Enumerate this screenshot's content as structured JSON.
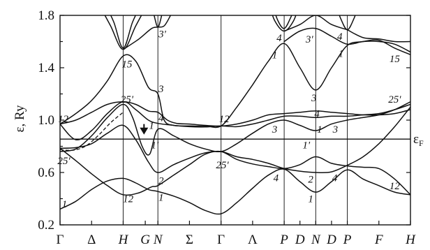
{
  "chart_data": {
    "type": "line",
    "title": "",
    "xlabel": "",
    "ylabel": "ε, Ry",
    "ylim": [
      0.2,
      1.8
    ],
    "y_ticks": [
      "0.2",
      "0.6",
      "1.0",
      "1.4",
      "1.8"
    ],
    "y_tick_values": [
      0.2,
      0.6,
      1.0,
      1.4,
      1.8
    ],
    "x_ticks": [
      "Γ",
      "Δ",
      "H",
      "G",
      "N",
      "Σ",
      "Γ",
      "Λ",
      "P",
      "D",
      "N",
      "D",
      "P",
      "F",
      "H"
    ],
    "x_tick_positions": [
      0,
      0.5,
      1,
      1.35,
      1.55,
      2.05,
      2.55,
      3.05,
      3.55,
      3.8,
      4.05,
      4.3,
      4.55,
      5.05,
      5.55
    ],
    "symmetry_points": [
      0,
      1,
      1.55,
      2.55,
      3.55,
      4.05,
      4.55,
      5.55
    ],
    "xlim": [
      0,
      5.55
    ],
    "fermi_level": {
      "value": 0.855,
      "label": "εF"
    },
    "arrow": {
      "x": 1.33,
      "y_from": 0.97,
      "y_to": 0.9
    },
    "series": [
      {
        "points": [
          [
            0,
            0.32
          ],
          [
            0.25,
            0.38
          ],
          [
            0.5,
            0.47
          ],
          [
            0.75,
            0.535
          ],
          [
            1,
            0.555
          ],
          [
            1.2,
            0.52
          ],
          [
            1.4,
            0.47
          ],
          [
            1.55,
            0.455
          ],
          [
            1.8,
            0.42
          ],
          [
            2.05,
            0.37
          ],
          [
            2.3,
            0.31
          ],
          [
            2.55,
            0.285
          ],
          [
            2.8,
            0.37
          ],
          [
            3.05,
            0.48
          ],
          [
            3.3,
            0.58
          ],
          [
            3.55,
            0.625
          ],
          [
            3.8,
            0.53
          ],
          [
            4.05,
            0.45
          ],
          [
            4.3,
            0.53
          ],
          [
            4.55,
            0.62
          ],
          [
            4.8,
            0.55
          ],
          [
            5.05,
            0.5
          ],
          [
            5.3,
            0.45
          ],
          [
            5.55,
            0.43
          ]
        ]
      },
      {
        "points": [
          [
            0,
            0.785
          ],
          [
            0.25,
            0.69
          ],
          [
            0.5,
            0.59
          ],
          [
            0.75,
            0.5
          ],
          [
            1,
            0.43
          ],
          [
            1.25,
            0.445
          ],
          [
            1.45,
            0.49
          ],
          [
            1.55,
            0.5
          ],
          [
            1.8,
            0.58
          ],
          [
            2.05,
            0.66
          ],
          [
            2.3,
            0.74
          ],
          [
            2.55,
            0.76
          ],
          [
            2.8,
            0.7
          ],
          [
            3.05,
            0.665
          ],
          [
            3.3,
            0.645
          ],
          [
            3.55,
            0.63
          ],
          [
            3.8,
            0.66
          ],
          [
            4.05,
            0.72
          ],
          [
            4.3,
            0.67
          ],
          [
            4.55,
            0.65
          ],
          [
            4.8,
            0.64
          ],
          [
            5.05,
            0.63
          ],
          [
            5.3,
            0.55
          ],
          [
            5.55,
            0.43
          ]
        ]
      },
      {
        "points": [
          [
            0,
            0.785
          ],
          [
            0.25,
            0.79
          ],
          [
            0.5,
            0.82
          ],
          [
            0.75,
            0.9
          ],
          [
            1,
            0.96
          ],
          [
            1.2,
            0.85
          ],
          [
            1.4,
            0.68
          ],
          [
            1.55,
            0.6
          ],
          [
            1.8,
            0.66
          ],
          [
            2.05,
            0.71
          ],
          [
            2.3,
            0.75
          ],
          [
            2.55,
            0.76
          ],
          [
            2.8,
            0.72
          ],
          [
            3.05,
            0.7
          ],
          [
            3.3,
            0.67
          ],
          [
            3.55,
            0.63
          ],
          [
            3.8,
            0.61
          ],
          [
            4.05,
            0.6
          ],
          [
            4.3,
            0.605
          ],
          [
            4.55,
            0.655
          ],
          [
            4.8,
            0.72
          ],
          [
            5.05,
            0.82
          ],
          [
            5.3,
            0.95
          ],
          [
            5.55,
            1.1
          ]
        ]
      },
      {
        "points": [
          [
            0,
            0.76
          ],
          [
            0.25,
            0.78
          ],
          [
            0.5,
            0.88
          ],
          [
            0.75,
            1.02
          ],
          [
            1,
            1.12
          ],
          [
            1.15,
            1.02
          ],
          [
            1.3,
            0.8
          ],
          [
            1.42,
            0.74
          ],
          [
            1.55,
            0.93
          ],
          [
            1.8,
            0.88
          ],
          [
            2.05,
            0.82
          ],
          [
            2.3,
            0.78
          ],
          [
            2.55,
            0.76
          ],
          [
            2.8,
            0.82
          ],
          [
            3.05,
            0.9
          ],
          [
            3.3,
            0.97
          ],
          [
            3.55,
            1.0
          ],
          [
            3.8,
            0.96
          ],
          [
            4.05,
            0.92
          ],
          [
            4.3,
            0.97
          ],
          [
            4.55,
            1.0
          ],
          [
            4.8,
            1.02
          ],
          [
            5.05,
            1.04
          ],
          [
            5.3,
            1.08
          ],
          [
            5.55,
            1.14
          ]
        ]
      },
      {
        "points": [
          [
            0,
            0.97
          ],
          [
            0.25,
            0.85
          ],
          [
            0.5,
            0.92
          ],
          [
            0.75,
            1.05
          ],
          [
            1,
            1.14
          ],
          [
            1.2,
            1.08
          ],
          [
            1.4,
            1.0
          ],
          [
            1.55,
            0.975
          ],
          [
            1.8,
            0.96
          ],
          [
            2.05,
            0.95
          ],
          [
            2.3,
            0.948
          ],
          [
            2.55,
            0.955
          ],
          [
            2.8,
            0.95
          ],
          [
            3.05,
            0.97
          ],
          [
            3.3,
            1.0
          ],
          [
            3.55,
            1.03
          ],
          [
            3.8,
            1.03
          ],
          [
            4.05,
            1.02
          ],
          [
            4.3,
            1.03
          ],
          [
            4.55,
            1.03
          ],
          [
            4.8,
            1.04
          ],
          [
            5.05,
            1.05
          ],
          [
            5.3,
            1.08
          ],
          [
            5.55,
            1.12
          ]
        ]
      },
      {
        "points": [
          [
            0,
            0.97
          ],
          [
            0.25,
            1.05
          ],
          [
            0.5,
            1.15
          ],
          [
            0.75,
            1.3
          ],
          [
            1,
            1.49
          ],
          [
            1.2,
            1.45
          ],
          [
            1.4,
            1.25
          ],
          [
            1.55,
            1.2
          ],
          [
            1.65,
            1.0
          ],
          [
            1.8,
            0.96
          ],
          [
            2.05,
            0.955
          ],
          [
            2.3,
            0.955
          ],
          [
            2.55,
            0.955
          ],
          [
            2.8,
            1.1
          ],
          [
            3.05,
            1.27
          ],
          [
            3.3,
            1.45
          ],
          [
            3.55,
            1.585
          ],
          [
            3.8,
            1.4
          ],
          [
            4.05,
            1.23
          ],
          [
            4.3,
            1.4
          ],
          [
            4.55,
            1.57
          ],
          [
            4.8,
            1.6
          ],
          [
            5.05,
            1.61
          ],
          [
            5.3,
            1.55
          ],
          [
            5.55,
            1.5
          ]
        ]
      },
      {
        "points": [
          [
            0,
            0.97
          ],
          [
            0.25,
            1.0
          ],
          [
            0.5,
            1.06
          ],
          [
            0.75,
            1.12
          ],
          [
            1,
            1.14
          ],
          [
            1.2,
            1.12
          ],
          [
            1.4,
            1.07
          ],
          [
            1.55,
            1.06
          ],
          [
            1.7,
            1.0
          ],
          [
            1.85,
            0.975
          ],
          [
            2.05,
            0.97
          ],
          [
            2.3,
            0.96
          ],
          [
            2.55,
            0.955
          ],
          [
            2.8,
            0.97
          ],
          [
            3.05,
            1.0
          ],
          [
            3.3,
            1.04
          ],
          [
            3.55,
            1.05
          ],
          [
            3.8,
            1.06
          ],
          [
            4.05,
            1.07
          ],
          [
            4.3,
            1.06
          ],
          [
            4.55,
            1.05
          ],
          [
            4.8,
            1.04
          ],
          [
            5.05,
            1.04
          ],
          [
            5.3,
            1.05
          ],
          [
            5.55,
            1.08
          ]
        ]
      },
      {
        "points": [
          [
            0.6,
            1.9
          ],
          [
            0.8,
            1.72
          ],
          [
            1,
            1.54
          ],
          [
            1.2,
            1.72
          ],
          [
            1.4,
            1.9
          ]
        ]
      },
      {
        "points": [
          [
            0.7,
            1.9
          ],
          [
            0.85,
            1.75
          ],
          [
            1,
            1.55
          ],
          [
            1.15,
            1.75
          ],
          [
            1.3,
            1.9
          ]
        ]
      },
      {
        "points": [
          [
            1,
            1.54
          ],
          [
            1.25,
            1.62
          ],
          [
            1.45,
            1.7
          ],
          [
            1.55,
            1.71
          ],
          [
            1.65,
            1.72
          ],
          [
            1.75,
            1.8
          ],
          [
            1.85,
            1.9
          ]
        ]
      },
      {
        "points": [
          [
            1.45,
            1.9
          ],
          [
            1.5,
            1.78
          ],
          [
            1.55,
            1.71
          ],
          [
            1.6,
            1.78
          ],
          [
            1.65,
            1.9
          ]
        ]
      },
      {
        "points": [
          [
            3.3,
            1.9
          ],
          [
            3.4,
            1.76
          ],
          [
            3.55,
            1.68
          ],
          [
            3.7,
            1.76
          ],
          [
            3.8,
            1.9
          ]
        ]
      },
      {
        "points": [
          [
            3.35,
            1.9
          ],
          [
            3.45,
            1.76
          ],
          [
            3.55,
            1.7
          ],
          [
            3.65,
            1.78
          ],
          [
            3.75,
            1.9
          ]
        ]
      },
      {
        "points": [
          [
            3.55,
            1.68
          ],
          [
            3.8,
            1.73
          ],
          [
            4.05,
            1.8
          ],
          [
            4.3,
            1.73
          ],
          [
            4.55,
            1.69
          ]
        ]
      },
      {
        "points": [
          [
            4.35,
            1.9
          ],
          [
            4.45,
            1.77
          ],
          [
            4.55,
            1.69
          ],
          [
            4.65,
            1.77
          ],
          [
            4.75,
            1.9
          ]
        ]
      },
      {
        "points": [
          [
            4.55,
            1.69
          ],
          [
            4.8,
            1.63
          ],
          [
            5.05,
            1.62
          ],
          [
            5.3,
            1.6
          ],
          [
            5.55,
            1.6
          ]
        ]
      },
      {
        "points": [
          [
            3.55,
            1.6
          ],
          [
            3.8,
            1.68
          ],
          [
            4.05,
            1.7
          ],
          [
            4.3,
            1.64
          ],
          [
            4.55,
            1.58
          ],
          [
            4.8,
            1.6
          ],
          [
            5.05,
            1.6
          ],
          [
            5.3,
            1.58
          ],
          [
            5.55,
            1.52
          ]
        ]
      }
    ],
    "dashed_series": [
      {
        "points": [
          [
            0,
            0.775
          ],
          [
            0.2,
            0.77
          ],
          [
            0.4,
            0.8
          ],
          [
            0.6,
            0.88
          ],
          [
            0.8,
            0.98
          ],
          [
            1,
            1.06
          ]
        ]
      }
    ],
    "annotations": [
      {
        "text": "12",
        "x": 0.05,
        "y": 1.01
      },
      {
        "text": "25'",
        "x": 0.06,
        "y": 0.69
      },
      {
        "text": "1",
        "x": 0.07,
        "y": 0.36
      },
      {
        "text": "15",
        "x": 1.06,
        "y": 1.43
      },
      {
        "text": "25'",
        "x": 1.06,
        "y": 1.16
      },
      {
        "text": "12",
        "x": 1.08,
        "y": 0.4
      },
      {
        "text": "3'",
        "x": 1.62,
        "y": 1.66
      },
      {
        "text": "3",
        "x": 1.6,
        "y": 1.24
      },
      {
        "text": "4",
        "x": 1.6,
        "y": 1.02
      },
      {
        "text": "1",
        "x": 1.45,
        "y": 0.96
      },
      {
        "text": "1'",
        "x": 1.5,
        "y": 0.81
      },
      {
        "text": "2",
        "x": 1.6,
        "y": 0.54
      },
      {
        "text": "1",
        "x": 1.6,
        "y": 0.41
      },
      {
        "text": "12",
        "x": 2.6,
        "y": 1.01
      },
      {
        "text": "25'",
        "x": 2.57,
        "y": 0.66
      },
      {
        "text": "4",
        "x": 3.47,
        "y": 1.63
      },
      {
        "text": "1",
        "x": 3.4,
        "y": 1.5
      },
      {
        "text": "3",
        "x": 3.4,
        "y": 0.93
      },
      {
        "text": "4",
        "x": 3.42,
        "y": 0.56
      },
      {
        "text": "3'",
        "x": 3.95,
        "y": 1.62
      },
      {
        "text": "3",
        "x": 4.02,
        "y": 1.17
      },
      {
        "text": "4",
        "x": 4.07,
        "y": 1.05
      },
      {
        "text": "1",
        "x": 4.11,
        "y": 0.93
      },
      {
        "text": "1'",
        "x": 3.9,
        "y": 0.81
      },
      {
        "text": "2",
        "x": 3.97,
        "y": 0.55
      },
      {
        "text": "1",
        "x": 3.97,
        "y": 0.4
      },
      {
        "text": "4",
        "x": 4.43,
        "y": 1.64
      },
      {
        "text": "1",
        "x": 4.45,
        "y": 1.51
      },
      {
        "text": "3",
        "x": 4.36,
        "y": 0.93
      },
      {
        "text": "4",
        "x": 4.35,
        "y": 0.56
      },
      {
        "text": "15",
        "x": 5.3,
        "y": 1.47
      },
      {
        "text": "25'",
        "x": 5.3,
        "y": 1.16
      },
      {
        "text": "12",
        "x": 5.3,
        "y": 0.5
      }
    ]
  }
}
